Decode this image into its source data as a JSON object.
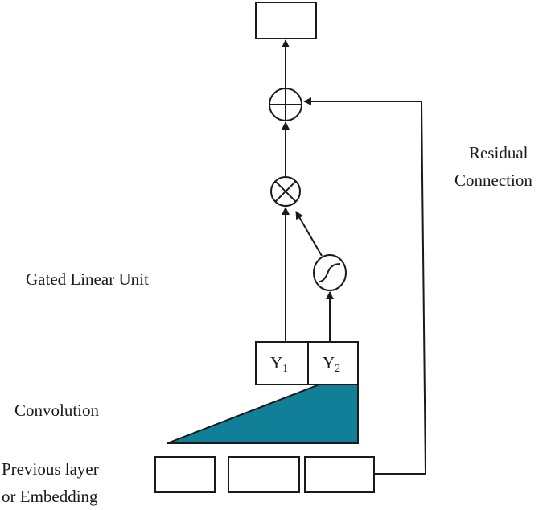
{
  "labels": {
    "residual_line1": "Residual",
    "residual_line2": "Connection",
    "glu": "Gated Linear Unit",
    "convolution": "Convolution",
    "previous_line1": "Previous layer",
    "previous_line2": "or Embedding"
  },
  "cells": {
    "y1_base": "Y",
    "y1_sub": "1",
    "y2_base": "Y",
    "y2_sub": "2"
  },
  "colors": {
    "convolution_fill": "#127f98",
    "stroke": "#1a1a1a"
  },
  "icons": {
    "add": "circle-plus-icon",
    "multiply": "circle-times-icon",
    "sigmoid": "sigmoid-icon"
  }
}
